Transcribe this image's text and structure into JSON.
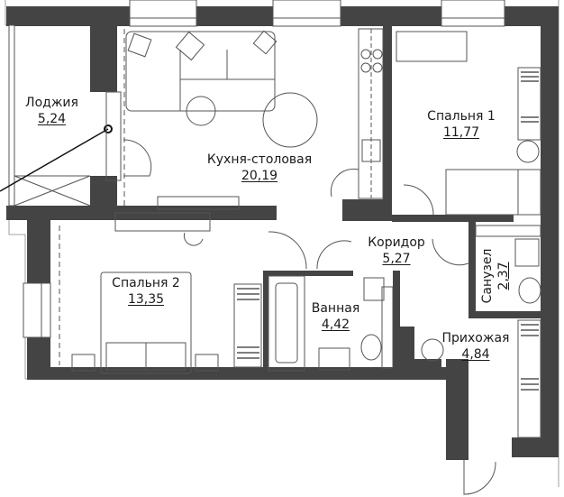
{
  "plan": {
    "colors": {
      "wall": "#444444",
      "line": "#555555",
      "floor": "#ffffff",
      "text": "#1a1a1a"
    },
    "rooms": [
      {
        "id": "loggia",
        "name": "Лоджия",
        "area": "5,24"
      },
      {
        "id": "kitchen",
        "name": "Кухня-столовая",
        "area": "20,19"
      },
      {
        "id": "bedroom1",
        "name": "Спальня 1",
        "area": "11,77"
      },
      {
        "id": "bedroom2",
        "name": "Спальня 2",
        "area": "13,35"
      },
      {
        "id": "corridor",
        "name": "Коридор",
        "area": "5,27"
      },
      {
        "id": "bathroom",
        "name": "Ванная",
        "area": "4,42"
      },
      {
        "id": "toilet",
        "name": "Санузел",
        "area": "2,37"
      },
      {
        "id": "hallway",
        "name": "Прихожая",
        "area": "4,84"
      }
    ]
  }
}
